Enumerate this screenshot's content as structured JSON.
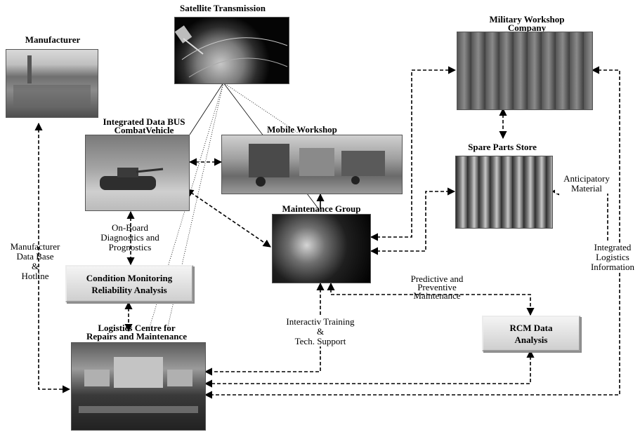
{
  "nodes": {
    "satellite": {
      "title": "Satellite Transmission"
    },
    "manufacturer": {
      "title": "Manufacturer"
    },
    "military_workshop": {
      "title_line1": "Military  Workshop",
      "title_line2": "Company"
    },
    "combat_vehicle": {
      "title_line1": "Integrated Data BUS",
      "title_line2": "CombatVehicle"
    },
    "mobile_workshop": {
      "title": "Mobile Workshop"
    },
    "spare_parts": {
      "title": "Spare Parts Store"
    },
    "maintenance_group": {
      "title": "Maintenance Group"
    },
    "condition_monitoring": {
      "line1": "Condition Monitoring",
      "line2": "Reliability Analysis"
    },
    "logistics_centre": {
      "title_line1": "Logistics Centre for",
      "title_line2": "Repairs and Maintenance"
    },
    "rcm": {
      "line1": "RCM Data",
      "line2": "Analysis"
    }
  },
  "labels": {
    "onboard": [
      "On-Board",
      "Diagnostics and",
      "Prognostics"
    ],
    "manufacturer_db": [
      "Manufacturer",
      "Data Base",
      "&",
      "Hotline"
    ],
    "anticipatory": [
      "Anticipatory",
      "Material"
    ],
    "integrated_logistics": [
      "Integrated",
      "Logistics",
      "Information"
    ],
    "predictive": [
      "Predictive and",
      "Preventive",
      "Maintenance"
    ],
    "training": [
      "Interactiv Training",
      "&",
      "Tech. Support"
    ]
  },
  "colors": {
    "arrow": "#000000",
    "box_face": "#dcdcdc",
    "photo_dark": "#3a3a3a"
  }
}
